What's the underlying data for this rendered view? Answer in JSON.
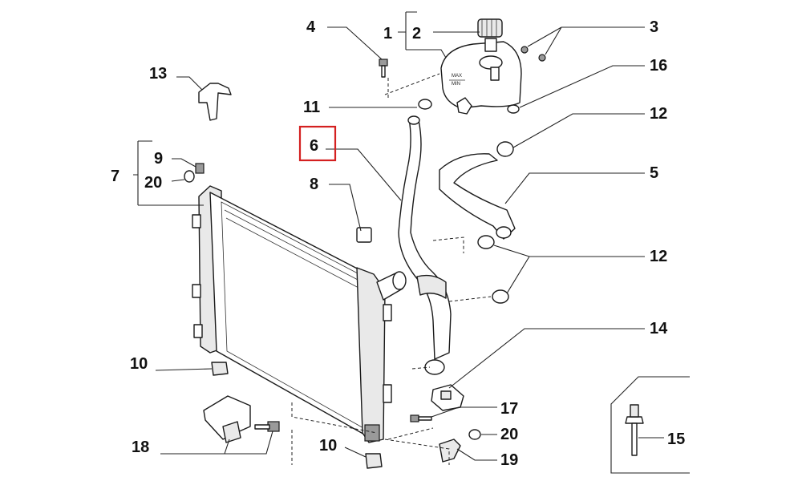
{
  "labels": {
    "l1": "1",
    "l2": "2",
    "l3": "3",
    "l4": "4",
    "l5": "5",
    "l6": "6",
    "l7": "7",
    "l8": "8",
    "l9": "9",
    "l10a": "10",
    "l10b": "10",
    "l11": "11",
    "l12a": "12",
    "l12b": "12",
    "l13": "13",
    "l14": "14",
    "l15": "15",
    "l16": "16",
    "l17": "17",
    "l18": "18",
    "l19": "19",
    "l20a": "20",
    "l20b": "20"
  },
  "highlight": {
    "label": "6",
    "color": "#d42020"
  },
  "tank_text": {
    "line1": "MAX",
    "line2": "MIN"
  }
}
